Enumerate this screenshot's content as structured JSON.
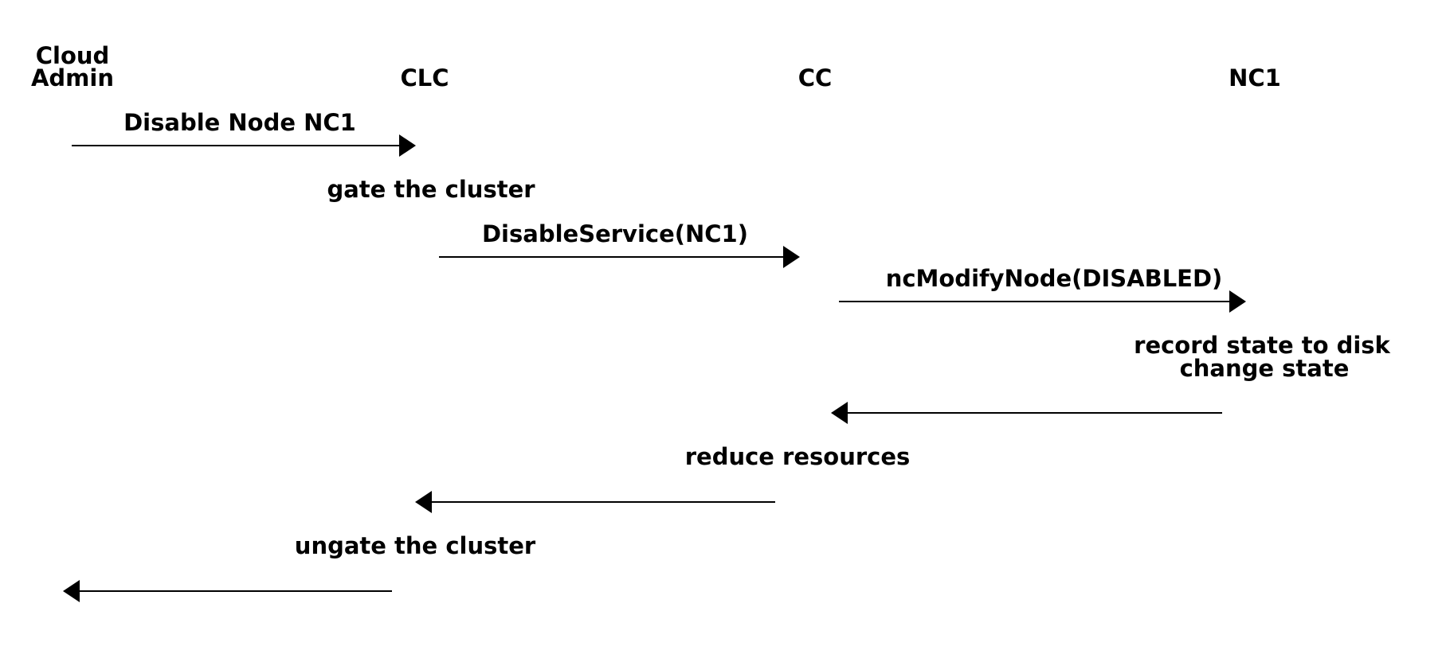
{
  "participants": [
    {
      "lines": [
        "Cloud",
        "Admin"
      ]
    },
    {
      "lines": [
        "CLC"
      ]
    },
    {
      "lines": [
        "CC"
      ]
    },
    {
      "lines": [
        "NC1"
      ]
    }
  ],
  "messages": [
    {
      "label": "Disable Node NC1"
    },
    {
      "label": "DisableService(NC1)"
    },
    {
      "label": "ncModifyNode(DISABLED)"
    },
    {
      "label": ""
    },
    {
      "label": ""
    },
    {
      "label": ""
    }
  ],
  "notes": [
    {
      "lines": [
        "gate the cluster"
      ]
    },
    {
      "lines": [
        "record state to disk",
        "change state"
      ]
    },
    {
      "lines": [
        "reduce resources"
      ]
    },
    {
      "lines": [
        "ungate the cluster"
      ]
    }
  ]
}
